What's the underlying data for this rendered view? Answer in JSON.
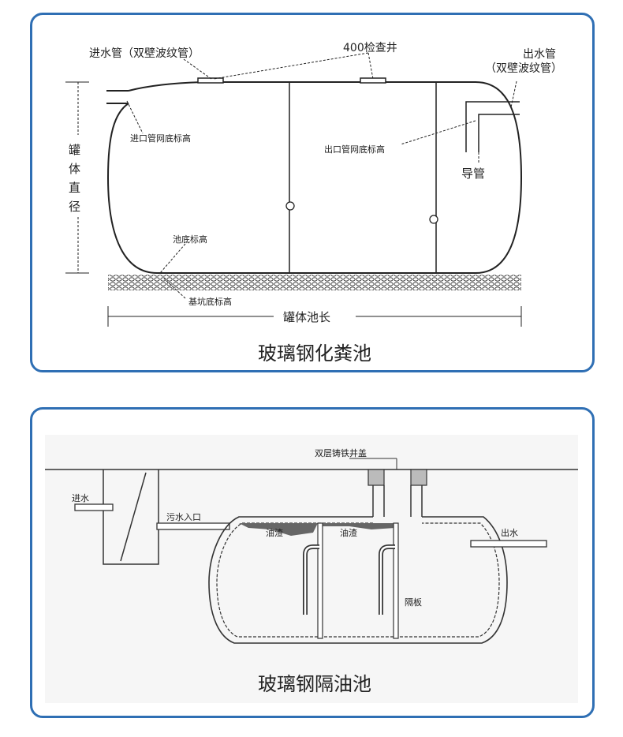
{
  "septic": {
    "title": "玻璃钢化粪池",
    "inlet_pipe": "进水管（双壁波纹管）",
    "inspection_well": "400检查井",
    "outlet_pipe_line1": "出水管",
    "outlet_pipe_line2": "（双壁波纹管）",
    "inlet_invert": "进口管网底标高",
    "outlet_invert": "出口管网底标高",
    "guide_pipe": "导管",
    "tank_diameter": [
      "罐",
      "体",
      "直",
      "径"
    ],
    "pool_bottom": "池底标高",
    "pit_bottom": "基坑底标高",
    "tank_length": "罐体池长"
  },
  "separator": {
    "title": "玻璃钢隔油池",
    "manhole_cover": "双层铸铁井盖",
    "water_in": "进水",
    "sewage_inlet": "污水入口",
    "oil_scum_1": "油渣",
    "oil_scum_2": "油渣",
    "water_out": "出水",
    "baffle": "隔板"
  }
}
